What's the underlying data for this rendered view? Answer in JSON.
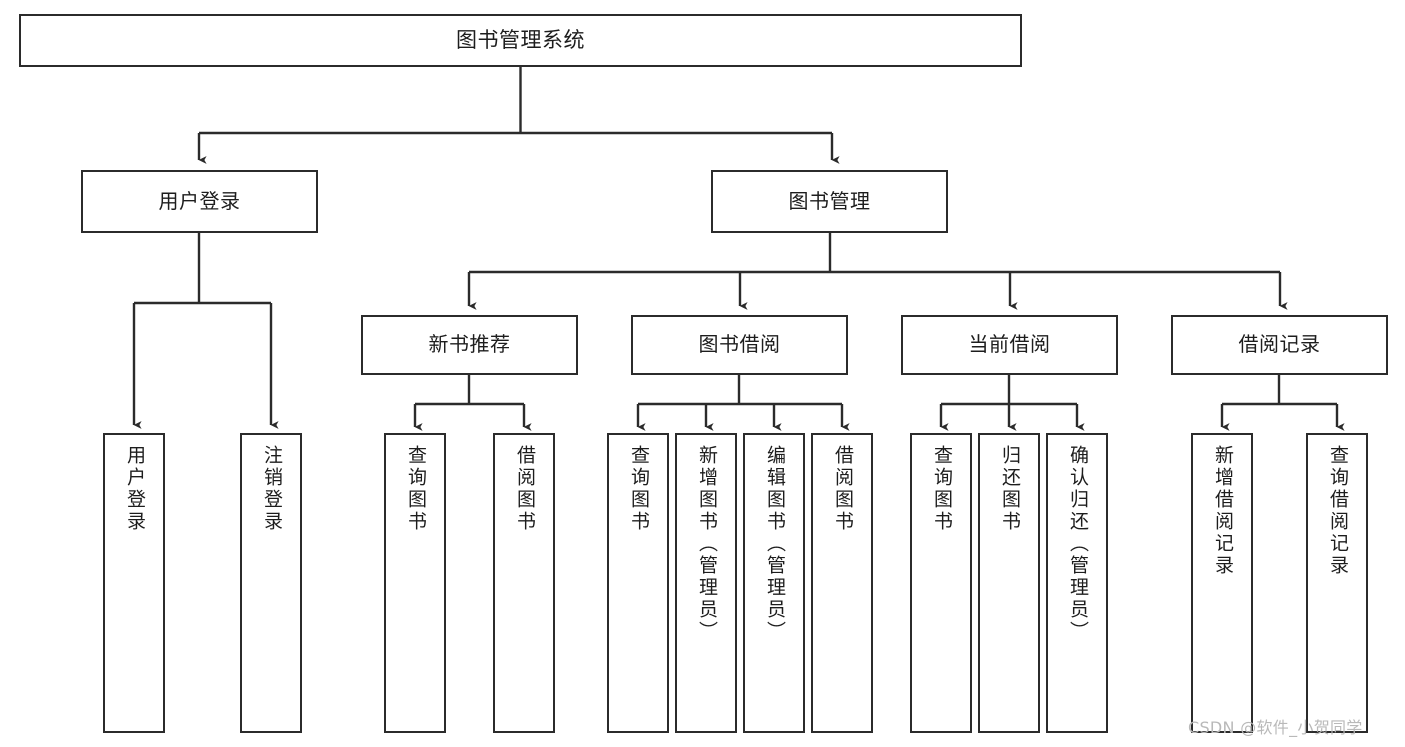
{
  "diagram": {
    "type": "tree-hierarchy-chart",
    "title_text": "图书管理系统",
    "colors": {
      "box_border": "#2b2b2b",
      "box_fill": "#ffffff",
      "edge": "#2b2b2b",
      "text": "#1d1d1d",
      "watermark": "#b9b9b9",
      "background": "#ffffff"
    },
    "root": {
      "label": "图书管理系统"
    },
    "level2": [
      {
        "id": "user-login",
        "label": "用户登录"
      },
      {
        "id": "book-management",
        "label": "图书管理"
      }
    ],
    "level3": [
      {
        "id": "new-book-recommend",
        "label": "新书推荐"
      },
      {
        "id": "book-borrow",
        "label": "图书借阅"
      },
      {
        "id": "current-borrow",
        "label": "当前借阅"
      },
      {
        "id": "borrow-record",
        "label": "借阅记录"
      }
    ],
    "leaves": {
      "user_login": [
        {
          "id": "leaf-user-login",
          "label": "用户登录"
        },
        {
          "id": "leaf-logout-login",
          "label": "注销登录"
        }
      ],
      "new_book_recommend": [
        {
          "id": "leaf-query-book-1",
          "label": "查询图书"
        },
        {
          "id": "leaf-borrow-book-1",
          "label": "借阅图书"
        }
      ],
      "book_borrow": [
        {
          "id": "leaf-query-book-2",
          "label": "查询图书"
        },
        {
          "id": "leaf-add-book",
          "label": "新增图书（管理员）"
        },
        {
          "id": "leaf-edit-book",
          "label": "编辑图书（管理员）"
        },
        {
          "id": "leaf-borrow-book-2",
          "label": "借阅图书"
        }
      ],
      "current_borrow": [
        {
          "id": "leaf-query-book-3",
          "label": "查询图书"
        },
        {
          "id": "leaf-return-book",
          "label": "归还图书"
        },
        {
          "id": "leaf-confirm-return",
          "label": "确认归还（管理员）"
        }
      ],
      "borrow_record": [
        {
          "id": "leaf-add-record",
          "label": "新增借阅记录"
        },
        {
          "id": "leaf-query-record",
          "label": "查询借阅记录"
        }
      ]
    },
    "watermark": "CSDN @软件_小贺同学"
  }
}
